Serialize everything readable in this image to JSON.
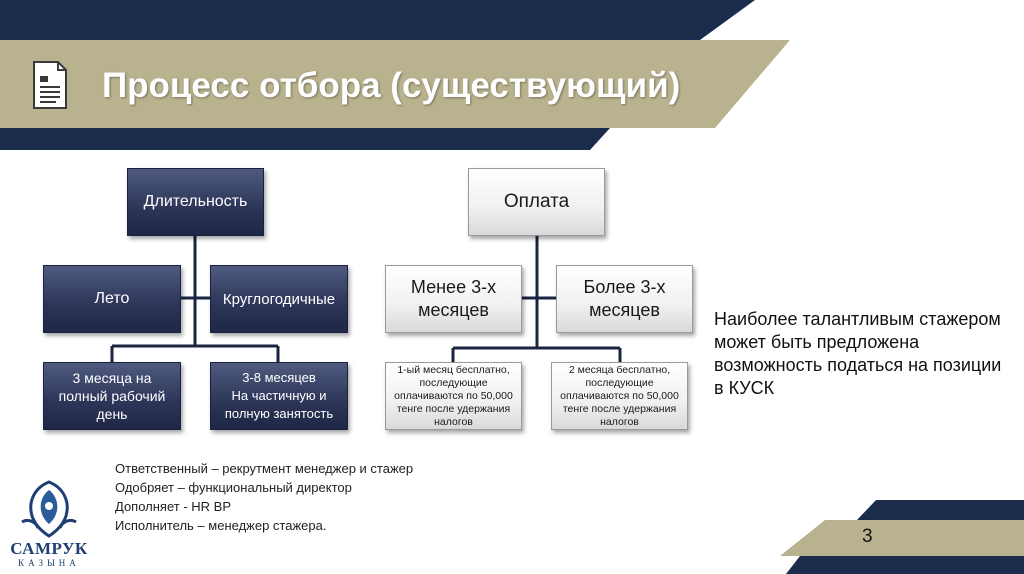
{
  "slide": {
    "title": "Процесс отбора (существующий)",
    "page_number": "3"
  },
  "diagram": {
    "duration": {
      "label": "Длительность",
      "summer": "Лето",
      "year_round": "Круглогодичные",
      "summer_detail": "3 месяца на полный рабочий день",
      "year_round_detail": "3-8 месяцев\nНа частичную и полную занятость"
    },
    "payment": {
      "label": "Оплата",
      "less": "Менее 3-х месяцев",
      "more": "Более 3-х месяцев",
      "less_detail": "1-ый месяц бесплатно, последующие оплачиваются по 50,000 тенге после удержания налогов",
      "more_detail": "2 месяца бесплатно, последующие оплачиваются по 50,000 тенге после удержания налогов"
    }
  },
  "side_note": "Наиболее талантливым стажером может быть предложена возможность податься на позиции в КУСК",
  "responsibilities": [
    "Ответственный – рекрутмент менеджер и стажер",
    "Одобряет – функциональный директор",
    "Дополняет - HR BP",
    "Исполнитель – менеджер стажера."
  ],
  "logo": {
    "name": "САМРУК",
    "subname": "КАЗЫНА"
  },
  "colors": {
    "navy": "#1b2b4b",
    "khaki": "#b9b28e",
    "node_dark": "#2c3558"
  },
  "icons": [
    "document-icon",
    "samruk-logo-icon"
  ]
}
